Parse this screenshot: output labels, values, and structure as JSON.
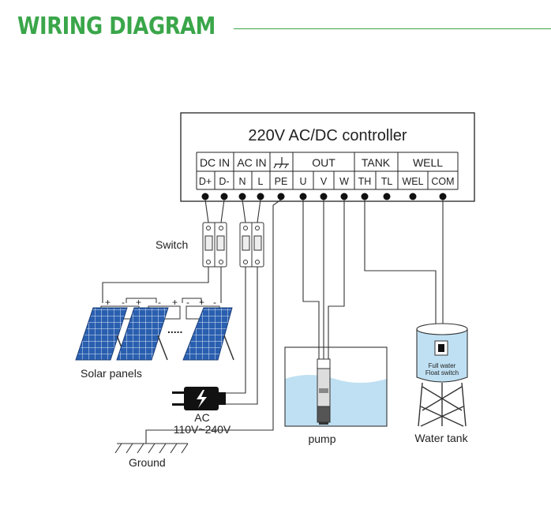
{
  "header": {
    "title": "WIRING DIAGRAM"
  },
  "controller": {
    "title": "220V AC/DC controller",
    "groups": [
      "DC IN",
      "AC IN",
      "",
      "OUT",
      "TANK",
      "WELL"
    ],
    "terminals": [
      "D+",
      "D-",
      "N",
      "L",
      "PE",
      "U",
      "V",
      "W",
      "TH",
      "TL",
      "WEL",
      "COM"
    ]
  },
  "labels": {
    "switch": "Switch",
    "solar_panels": "Solar panels",
    "ac": "AC",
    "ac_voltage": "110V~240V",
    "ground": "Ground",
    "pump": "pump",
    "water_tank": "Water tank",
    "float_line1": "Full water",
    "float_line2": "Float switch",
    "panel_ellipsis": "....."
  },
  "colors": {
    "accent": "#3aa64a",
    "water": "#bfe0f2",
    "panel": "#2a5fb0"
  }
}
